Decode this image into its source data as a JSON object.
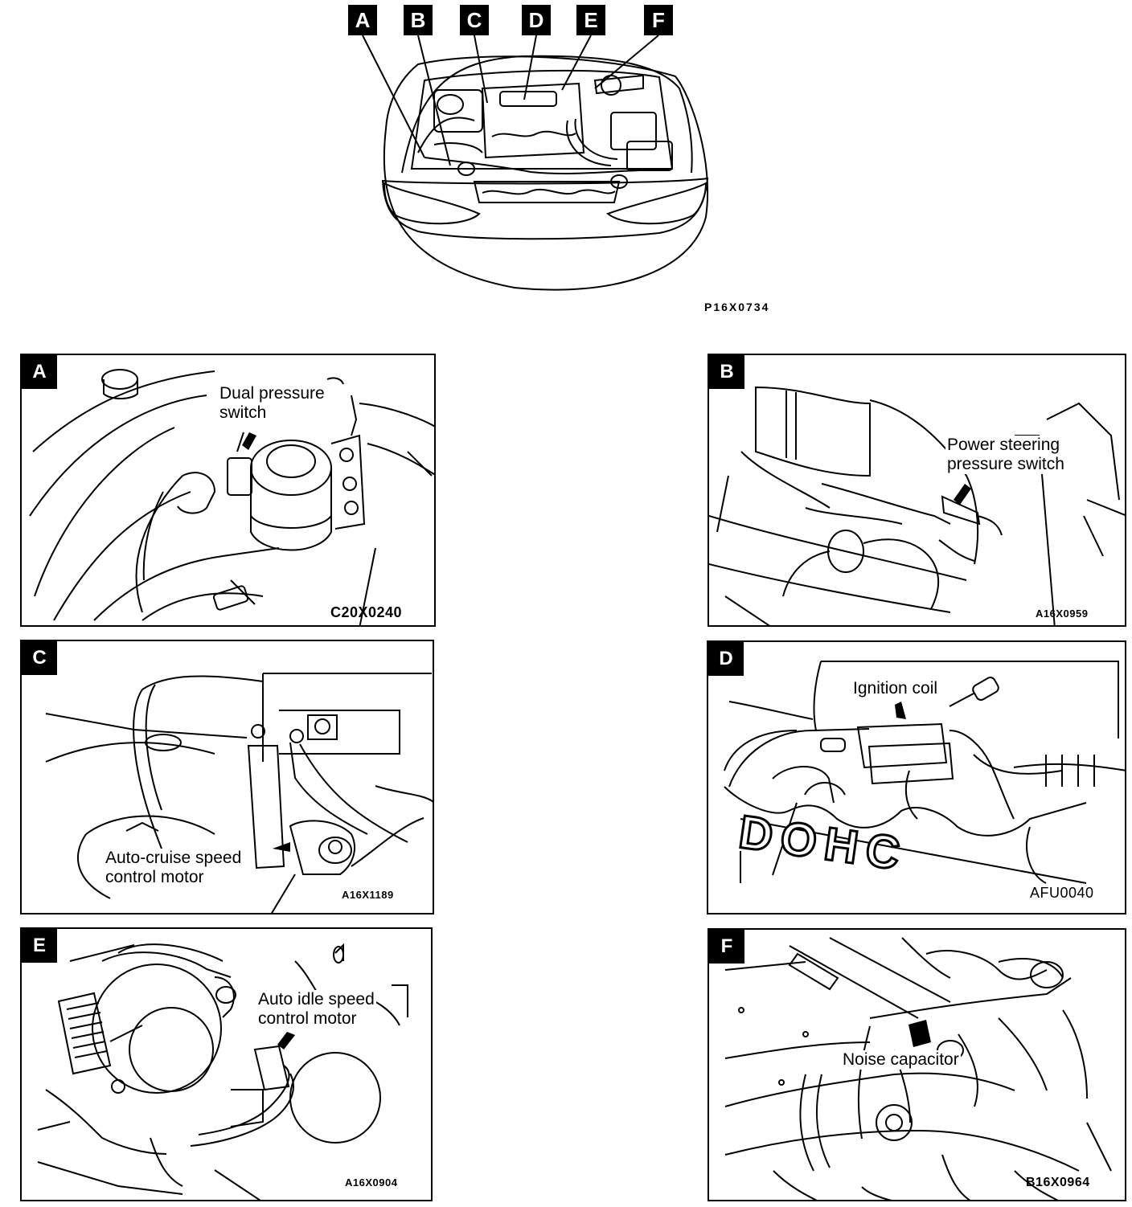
{
  "overview": {
    "labels": [
      "A",
      "B",
      "C",
      "D",
      "E",
      "F"
    ],
    "figure_code": "P16X0734"
  },
  "panels": [
    {
      "letter": "A",
      "callout": "Dual pressure\nswitch",
      "code": "C20X0240"
    },
    {
      "letter": "B",
      "callout": "Power steering\npressure switch",
      "code": "A16X0959"
    },
    {
      "letter": "C",
      "callout": "Auto-cruise speed\ncontrol motor",
      "code": "A16X1189"
    },
    {
      "letter": "D",
      "callout": "Ignition coil",
      "code": "AFU0040"
    },
    {
      "letter": "E",
      "callout": "Auto idle speed\ncontrol motor",
      "code": "A16X0904"
    },
    {
      "letter": "F",
      "callout": "Noise capacitor",
      "code": "B16X0964"
    }
  ],
  "engine_cover_text": "DOHC"
}
